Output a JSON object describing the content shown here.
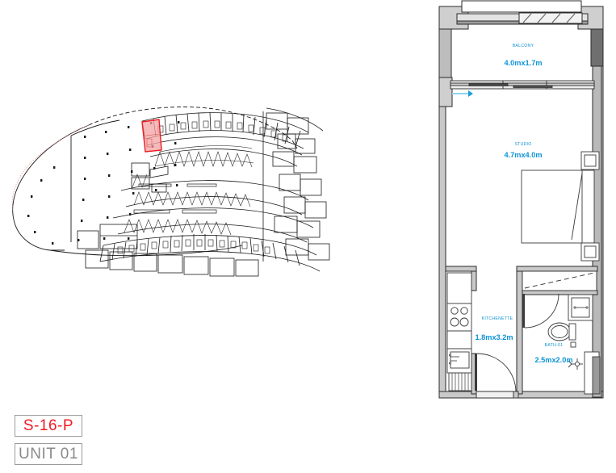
{
  "drawing": {
    "type": "architectural-floor-plan",
    "unit_code": "S-16-P",
    "unit_number": "UNIT 01",
    "accent_color": "#ee1c23",
    "label_color": "#0d93d6",
    "unit_label_color": "#8a8a8a"
  },
  "legend": {
    "code_label": "S-16-P",
    "unit_label": "UNIT 01"
  },
  "rooms": [
    {
      "name": "BALCONY",
      "dimensions": "4.0mx1.7m"
    },
    {
      "name": "STUDIO",
      "dimensions": "4.7mx4.0m"
    },
    {
      "name": "KITCHENETTE",
      "dimensions": "1.8mx3.2m"
    },
    {
      "name": "BATH-01",
      "dimensions": "2.5mx2.0m"
    }
  ],
  "key_plan": {
    "highlight_color": "#f08080",
    "highlight_stroke": "#ee1c23",
    "description": "building-floor-key-plan"
  }
}
